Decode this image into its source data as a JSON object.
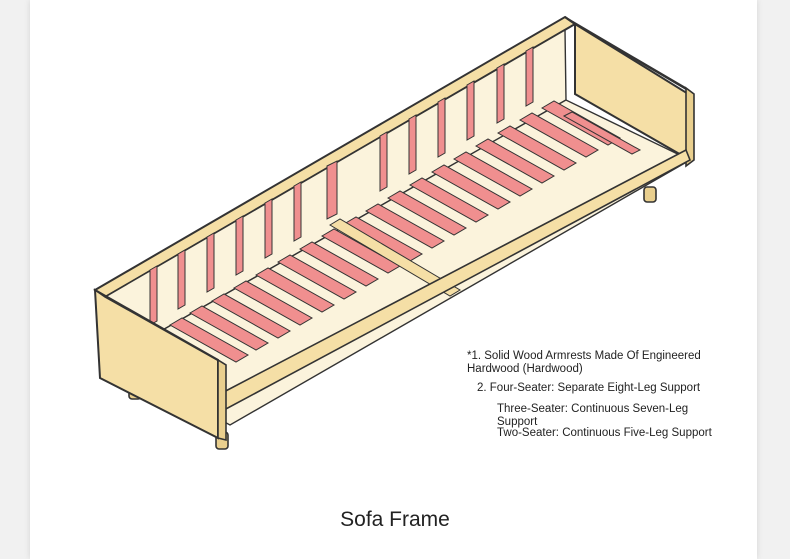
{
  "colors": {
    "frame_wood": "#f5dfa6",
    "slat_pink": "#f08f8f",
    "outline": "#333333",
    "background": "#ffffff"
  },
  "notes": {
    "line1": "*1. Solid Wood Armrests Made Of Engineered Hardwood (Hardwood)",
    "line2": "2. Four-Seater: Separate Eight-Leg Support",
    "line3": "Three-Seater: Continuous Seven-Leg Support",
    "line4": "Two-Seater: Continuous Five-Leg Support"
  },
  "caption": "Sofa Frame"
}
